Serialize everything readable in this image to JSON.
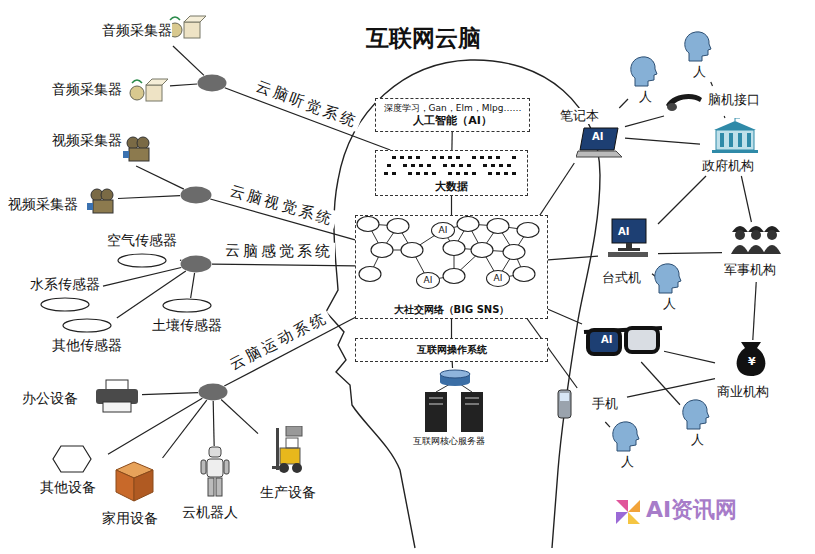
{
  "diagram": {
    "title": "互联网云脑",
    "nodes": [
      {
        "text": [
          "深度学习，Gan，Elm，Mlpg……",
          "人工智能（AI）"
        ]
      },
      {
        "text": [
          "大数据"
        ]
      },
      {
        "text": [
          "大社交网络（BIG SNS）"
        ]
      },
      {
        "text": [
          "AI"
        ],
        "in": 2
      },
      {
        "text": [
          "AI"
        ],
        "in": 2
      },
      {
        "text": [
          "AI"
        ],
        "in": 2
      },
      {
        "text": [
          "互联网操作系统"
        ]
      },
      {
        "text": [
          "互联网核心服务器"
        ]
      },
      {
        "text": [
          "云脑听觉系统"
        ]
      },
      {
        "text": [
          "云脑视觉系统"
        ]
      },
      {
        "text": [
          "云脑感觉系统"
        ]
      },
      {
        "text": [
          "云脑运动系统"
        ]
      },
      {
        "text": [
          "音频采集器"
        ]
      },
      {
        "text": [
          "音频采集器"
        ]
      },
      {
        "text": [
          "视频采集器"
        ]
      },
      {
        "text": [
          "视频采集器"
        ]
      },
      {
        "text": [
          "空气传感器"
        ]
      },
      {
        "text": [
          "水系传感器"
        ]
      },
      {
        "text": [
          "土壤传感器"
        ]
      },
      {
        "text": [
          "其他传感器"
        ]
      },
      {
        "text": [
          "办公设备"
        ]
      },
      {
        "text": [
          "其他设备"
        ]
      },
      {
        "text": [
          "家用设备"
        ]
      },
      {
        "text": [
          "云机器人"
        ]
      },
      {
        "text": [
          "生产设备"
        ]
      },
      {
        "text": [
          "笔记本",
          "AI"
        ]
      },
      {
        "text": [
          "人"
        ]
      },
      {
        "text": [
          "人"
        ]
      },
      {
        "text": [
          "脑机接口"
        ]
      },
      {
        "text": [
          "政府机构"
        ]
      },
      {
        "text": [
          "AI",
          "台式机"
        ]
      },
      {
        "text": [
          "人"
        ]
      },
      {
        "text": [
          "军事机构"
        ]
      },
      {
        "text": [
          "AI"
        ]
      },
      {
        "text": [
          "人"
        ]
      },
      {
        "text": [
          "¥",
          "商业机构"
        ]
      },
      {
        "text": [
          "手机"
        ]
      },
      {
        "text": [
          "人"
        ]
      }
    ],
    "edges": [
      {
        "from": 12,
        "to": 8,
        "arrow": "none"
      },
      {
        "from": 13,
        "to": 8,
        "arrow": "none"
      },
      {
        "from": 8,
        "to": 1,
        "arrow": "none"
      },
      {
        "from": 14,
        "to": 9,
        "arrow": "none"
      },
      {
        "from": 15,
        "to": 9,
        "arrow": "none"
      },
      {
        "from": 9,
        "to": 2,
        "arrow": "none"
      },
      {
        "from": 16,
        "to": 10,
        "arrow": "none"
      },
      {
        "from": 17,
        "to": 10,
        "arrow": "none"
      },
      {
        "from": 18,
        "to": 10,
        "arrow": "none"
      },
      {
        "from": 19,
        "to": 10,
        "arrow": "none"
      },
      {
        "from": 10,
        "to": 2,
        "arrow": "none"
      },
      {
        "from": 20,
        "to": 11,
        "arrow": "none"
      },
      {
        "from": 21,
        "to": 11,
        "arrow": "none"
      },
      {
        "from": 22,
        "to": 11,
        "arrow": "none"
      },
      {
        "from": 23,
        "to": 11,
        "arrow": "none"
      },
      {
        "from": 24,
        "to": 11,
        "arrow": "none"
      },
      {
        "from": 11,
        "to": 2,
        "arrow": "none"
      },
      {
        "from": 0,
        "to": 1,
        "arrow": "none"
      },
      {
        "from": 1,
        "to": 2,
        "arrow": "none"
      },
      {
        "from": 2,
        "to": 6,
        "arrow": "none"
      },
      {
        "from": 6,
        "to": 7,
        "arrow": "none"
      },
      {
        "from": 5,
        "to": 25,
        "arrow": "none"
      },
      {
        "from": 2,
        "to": 30,
        "arrow": "none"
      },
      {
        "from": 2,
        "to": 33,
        "arrow": "none"
      },
      {
        "from": 5,
        "to": 36,
        "arrow": "none"
      },
      {
        "from": 25,
        "to": 26,
        "arrow": "none"
      },
      {
        "from": 25,
        "to": 28,
        "arrow": "none"
      },
      {
        "from": 25,
        "to": 29,
        "arrow": "none"
      },
      {
        "from": 28,
        "to": 27,
        "arrow": "none"
      },
      {
        "from": 28,
        "to": 29,
        "arrow": "none"
      },
      {
        "from": 30,
        "to": 31,
        "arrow": "none"
      },
      {
        "from": 30,
        "to": 29,
        "arrow": "none"
      },
      {
        "from": 30,
        "to": 32,
        "arrow": "none"
      },
      {
        "from": 33,
        "to": 34,
        "arrow": "none"
      },
      {
        "from": 33,
        "to": 35,
        "arrow": "none"
      },
      {
        "from": 36,
        "to": 37,
        "arrow": "none"
      },
      {
        "from": 36,
        "to": 35,
        "arrow": "none"
      },
      {
        "from": 29,
        "to": 32,
        "arrow": "none"
      },
      {
        "from": 32,
        "to": 35,
        "arrow": "none"
      }
    ],
    "labels": [
      "AI资讯网"
    ]
  }
}
